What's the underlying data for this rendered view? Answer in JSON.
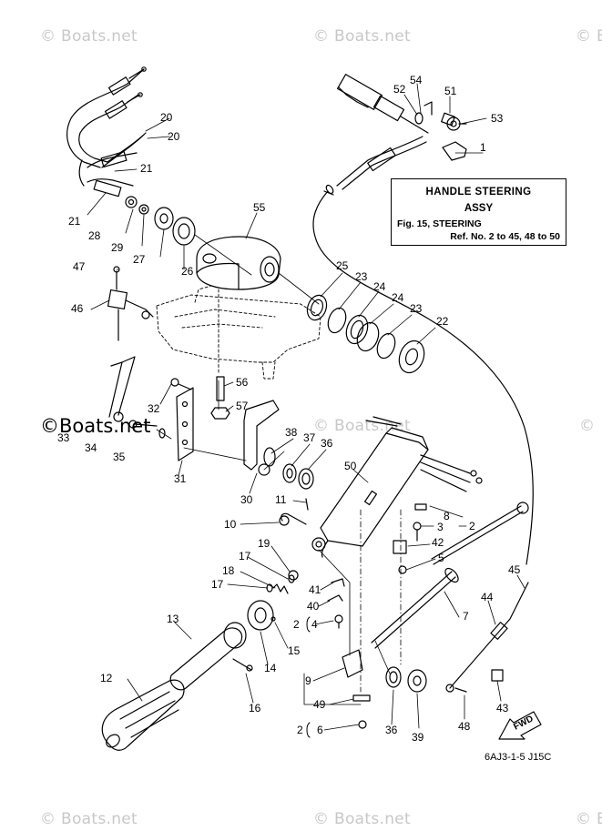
{
  "watermarks": {
    "tl": "© Boats.net",
    "tm": "© Boats.net",
    "tr": "© Bo",
    "ml": "©Boats.net",
    "mm": "© Boats.net",
    "mr": "©",
    "bl": "© Boats.net",
    "bm": "© Boats.net",
    "br": "© Bo"
  },
  "callout": {
    "line1": "HANDLE STEERING",
    "line2": "ASSY",
    "line3": "Fig. 15, STEERING",
    "line4": "Ref. No. 2 to 45, 48 to 50"
  },
  "diagram_code": "6AJ3-1-5 J15C",
  "fwd_label": "FWD",
  "part_labels": {
    "p1": "1",
    "p2a": "2",
    "p2b": "2",
    "p2c": "2",
    "p3": "3",
    "p4": "4",
    "p5": "5",
    "p6": "6",
    "p7": "7",
    "p8": "8",
    "p9": "9",
    "p10": "10",
    "p11": "11",
    "p12": "12",
    "p13": "13",
    "p14": "14",
    "p15": "15",
    "p16": "16",
    "p17a": "17",
    "p17b": "17",
    "p18": "18",
    "p19": "19",
    "p20a": "20",
    "p20b": "20",
    "p21a": "21",
    "p21b": "21",
    "p22": "22",
    "p23a": "23",
    "p23b": "23",
    "p24a": "24",
    "p24b": "24",
    "p25": "25",
    "p26": "26",
    "p27": "27",
    "p28": "28",
    "p29": "29",
    "p30": "30",
    "p31": "31",
    "p32": "32",
    "p33": "33",
    "p34": "34",
    "p35": "35",
    "p36a": "36",
    "p36b": "36",
    "p37": "37",
    "p38": "38",
    "p39": "39",
    "p40": "40",
    "p41": "41",
    "p42": "42",
    "p43": "43",
    "p44": "44",
    "p45": "45",
    "p46": "46",
    "p47": "47",
    "p48": "48",
    "p49": "49",
    "p50": "50",
    "p51": "51",
    "p52": "52",
    "p53": "53",
    "p54": "54",
    "p55": "55",
    "p56": "56",
    "p57": "57"
  }
}
